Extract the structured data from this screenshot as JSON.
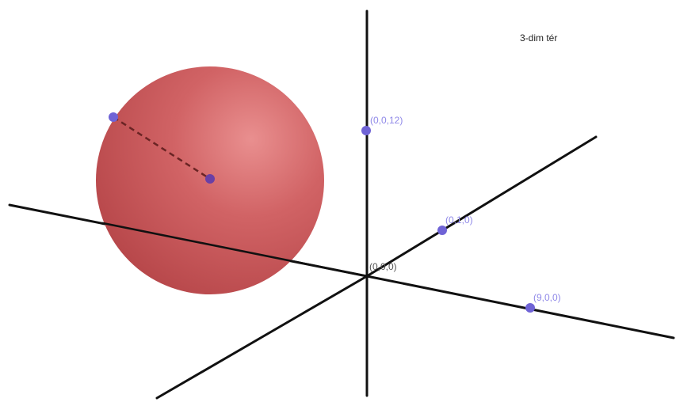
{
  "view": {
    "title": "3-dim tér"
  },
  "colors": {
    "background": "#ffffff",
    "axis": "#111111",
    "sphere_light": "#e58a8a",
    "sphere_mid": "#cf5d5f",
    "sphere_dark": "#b54a4d",
    "point_fill": "#6f63d6",
    "center_point_fill": "#6a3fa5",
    "radius_segment": "#6a2424",
    "label": "#8f88e8",
    "origin_label": "#555555"
  },
  "points": {
    "z": {
      "label": "(0,0,12)",
      "icon": "point-dot"
    },
    "y": {
      "label": "(0,1,0)",
      "icon": "point-dot"
    },
    "x": {
      "label": "(9,0,0)",
      "icon": "point-dot"
    },
    "origin": {
      "label": "(0,0,0)"
    }
  }
}
